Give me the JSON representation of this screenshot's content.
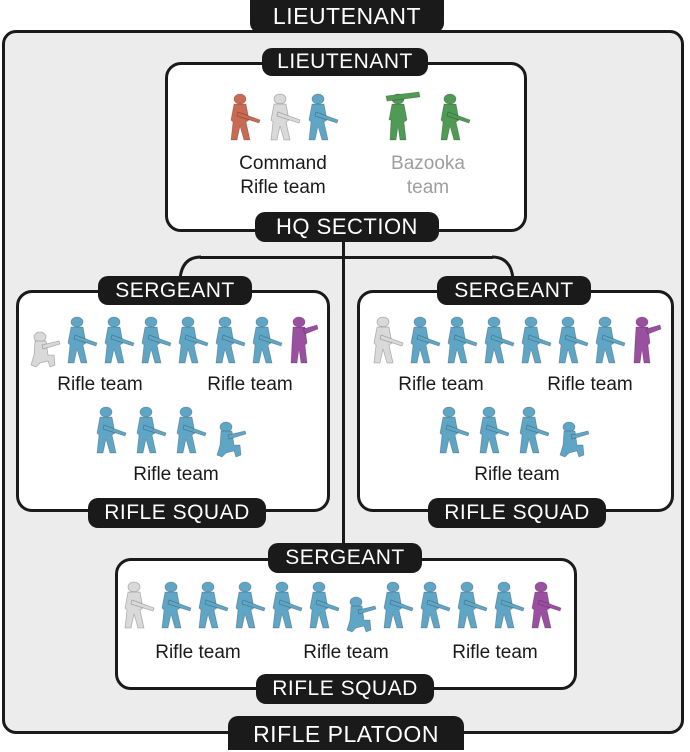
{
  "colors": {
    "rifle": "#5fa6c6",
    "nco": "#9b4fa0",
    "bazooka": "#4f9a54",
    "officer": "#c96a52",
    "white": "#d9d9d9",
    "ink": "#1a1a1a",
    "panel": "#ececec"
  },
  "platoon": {
    "top_title": "LIEUTENANT",
    "bottom_title": "RIFLE PLATOON"
  },
  "hq": {
    "header": "LIEUTENANT",
    "footer": "HQ SECTION",
    "command_label_1": "Command",
    "command_label_2": "Rifle team",
    "bazooka_label_1": "Bazooka",
    "bazooka_label_2": "team"
  },
  "squad_left": {
    "header": "SERGEANT",
    "footer": "RIFLE SQUAD",
    "team_1": "Rifle team",
    "team_2": "Rifle team",
    "team_3": "Rifle team"
  },
  "squad_right": {
    "header": "SERGEANT",
    "footer": "RIFLE SQUAD",
    "team_1": "Rifle team",
    "team_2": "Rifle team",
    "team_3": "Rifle team"
  },
  "squad_bottom": {
    "header": "SERGEANT",
    "footer": "RIFLE SQUAD",
    "team_1": "Rifle team",
    "team_2": "Rifle team",
    "team_3": "Rifle team"
  }
}
